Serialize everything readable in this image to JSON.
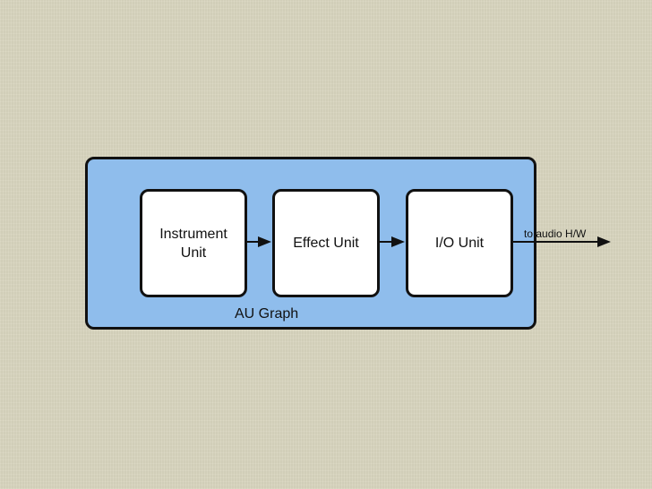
{
  "diagram": {
    "nodes": [
      {
        "id": "instrument",
        "label": "Instrument\nUnit"
      },
      {
        "id": "effect",
        "label": "Effect Unit"
      },
      {
        "id": "io",
        "label": "I/O Unit"
      }
    ],
    "group_label": "AU Graph",
    "output_label": "to audio H/W",
    "colors": {
      "background": "#d8d5bf",
      "graph_fill": "#8fbdec",
      "node_fill": "#ffffff",
      "stroke": "#111111"
    }
  }
}
